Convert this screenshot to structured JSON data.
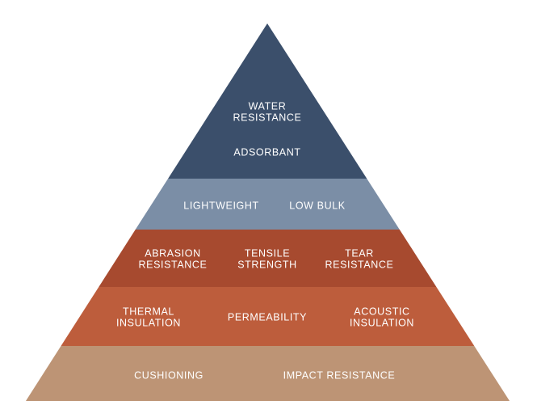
{
  "pyramid": {
    "tiers": [
      {
        "color": "#3b4f6b",
        "labels": [
          {
            "lines": [
              "WATER",
              "RESISTANCE"
            ]
          },
          {
            "lines": [
              "ADSORBANT"
            ]
          }
        ]
      },
      {
        "color": "#7b8ea6",
        "labels": [
          {
            "lines": [
              "LIGHTWEIGHT"
            ]
          },
          {
            "lines": [
              "LOW BULK"
            ]
          }
        ]
      },
      {
        "color": "#a74a2f",
        "labels": [
          {
            "lines": [
              "ABRASION",
              "RESISTANCE"
            ]
          },
          {
            "lines": [
              "TENSILE",
              "STRENGTH"
            ]
          },
          {
            "lines": [
              "TEAR",
              "RESISTANCE"
            ]
          }
        ]
      },
      {
        "color": "#bd5d3c",
        "labels": [
          {
            "lines": [
              "THERMAL",
              "INSULATION"
            ]
          },
          {
            "lines": [
              "PERMEABILITY"
            ]
          },
          {
            "lines": [
              "ACOUSTIC",
              "INSULATION"
            ]
          }
        ]
      },
      {
        "color": "#bd9475",
        "labels": [
          {
            "lines": [
              "CUSHIONING"
            ]
          },
          {
            "lines": [
              "IMPACT RESISTANCE"
            ]
          }
        ]
      }
    ]
  }
}
